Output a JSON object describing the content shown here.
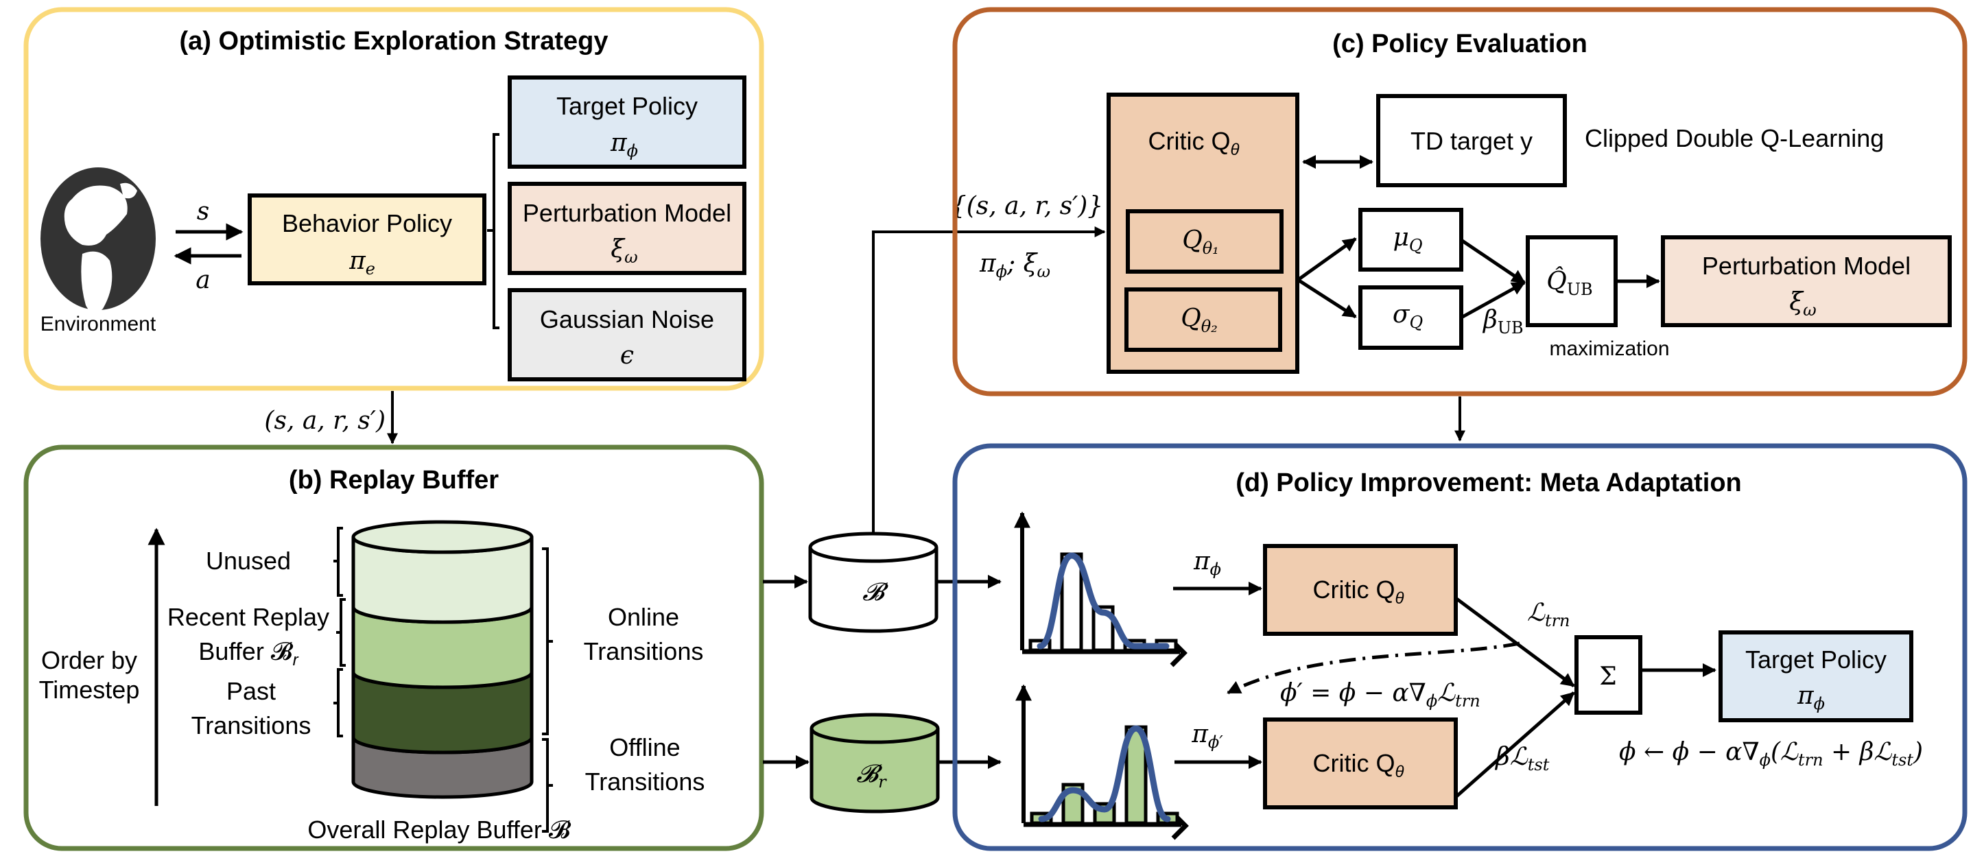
{
  "colors": {
    "panel_a_border": "#FAD97A",
    "panel_b_border": "#63803F",
    "panel_c_border": "#B8612B",
    "panel_d_border": "#3A5894",
    "target_policy_fill": "#DEE9F3",
    "perturbation_fill": "#F6E3D6",
    "gaussian_fill": "#EBEBEB",
    "behavior_fill": "#FDF0CF",
    "critic_fill": "#F0CDB0",
    "cyl_unused": "#E2EED9",
    "cyl_recent": "#B0D093",
    "cyl_past": "#3F552A",
    "cyl_offline": "#757171",
    "curve_blue": "#3A5894",
    "hist_green": "#B0D093"
  },
  "panel_a": {
    "title": "(a) Optimistic Exploration Strategy",
    "environment_label": "Environment",
    "arrow_s": "s",
    "arrow_a": "a",
    "behavior_policy": {
      "label": "Behavior Policy",
      "symbol": "π",
      "sub": "e"
    },
    "target_policy": {
      "label": "Target Policy",
      "symbol": "π",
      "sub": "ϕ"
    },
    "perturbation_model": {
      "label": "Perturbation Model",
      "symbol": "ξ",
      "sub": "ω"
    },
    "gaussian_noise": {
      "label": "Gaussian Noise",
      "symbol": "ϵ"
    }
  },
  "link_ab": "(s, a, r, s′)",
  "panel_b": {
    "title": "(b) Replay Buffer",
    "order_label_1": "Order by",
    "order_label_2": "Timestep",
    "unused": "Unused",
    "recent_1": "Recent Replay",
    "recent_2": "Buffer 𝓑",
    "recent_sub": "r",
    "past_1": "Past",
    "past_2": "Transitions",
    "online_1": "Online",
    "online_2": "Transitions",
    "offline_1": "Offline",
    "offline_2": "Transitions",
    "overall": "Overall Replay Buffer 𝓑"
  },
  "buffers": {
    "b_label": "𝓑",
    "br_label": "𝓑",
    "br_sub": "r"
  },
  "link_to_c": {
    "top": "{(s, a, r, s′)}",
    "bottom_pi": "π",
    "bottom_pi_sub": "ϕ",
    "bottom_sep": "; ξ",
    "bottom_xi_sub": "ω"
  },
  "panel_c": {
    "title": "(c) Policy Evaluation",
    "critic": {
      "label": "Critic Q",
      "sub": "θ"
    },
    "q1": {
      "label": "Q",
      "sub": "θ₁"
    },
    "q2": {
      "label": "Q",
      "sub": "θ₂"
    },
    "td_target": "TD target y",
    "clipped": "Clipped Double Q-Learning",
    "mu": {
      "label": "μ",
      "sub": "Q"
    },
    "sigma": {
      "label": "σ",
      "sub": "Q"
    },
    "beta_ub": {
      "label": "β",
      "sub": "UB"
    },
    "q_ub": {
      "label": "Q̂",
      "sub": "UB"
    },
    "maximization": "maximization",
    "perturbation_model": {
      "label": "Perturbation Model",
      "symbol": "ξ",
      "sub": "ω"
    }
  },
  "panel_d": {
    "title": "(d) Policy Improvement: Meta Adaptation",
    "pi_top": {
      "label": "π",
      "sub": "ϕ"
    },
    "pi_bottom": {
      "label": "π",
      "sub": "ϕ′"
    },
    "critic_top": {
      "label": "Critic Q",
      "sub": "θ"
    },
    "critic_bottom": {
      "label": "Critic Q",
      "sub": "θ"
    },
    "l_trn": {
      "label": "ℒ",
      "sub": "trn"
    },
    "beta_l_tst": {
      "label": "βℒ",
      "sub": "tst"
    },
    "phi_prime_eq": {
      "pre": "ϕ′ = ϕ − α∇",
      "sub1": "ϕ",
      "mid": "ℒ",
      "sub2": "trn"
    },
    "sigma_sum": "Σ",
    "target_policy": {
      "label": "Target Policy",
      "symbol": "π",
      "sub": "ϕ"
    },
    "update_eq": {
      "p1": "ϕ ← ϕ − α∇",
      "s1": "ϕ",
      "p2": "(ℒ",
      "s2": "trn",
      "p3": " + βℒ",
      "s3": "tst",
      "p4": ")"
    },
    "hist_top": [
      0.1,
      1.0,
      0.45,
      0.1,
      0.1
    ],
    "hist_bottom": [
      0.1,
      0.4,
      0.2,
      1.0,
      0.1
    ]
  }
}
